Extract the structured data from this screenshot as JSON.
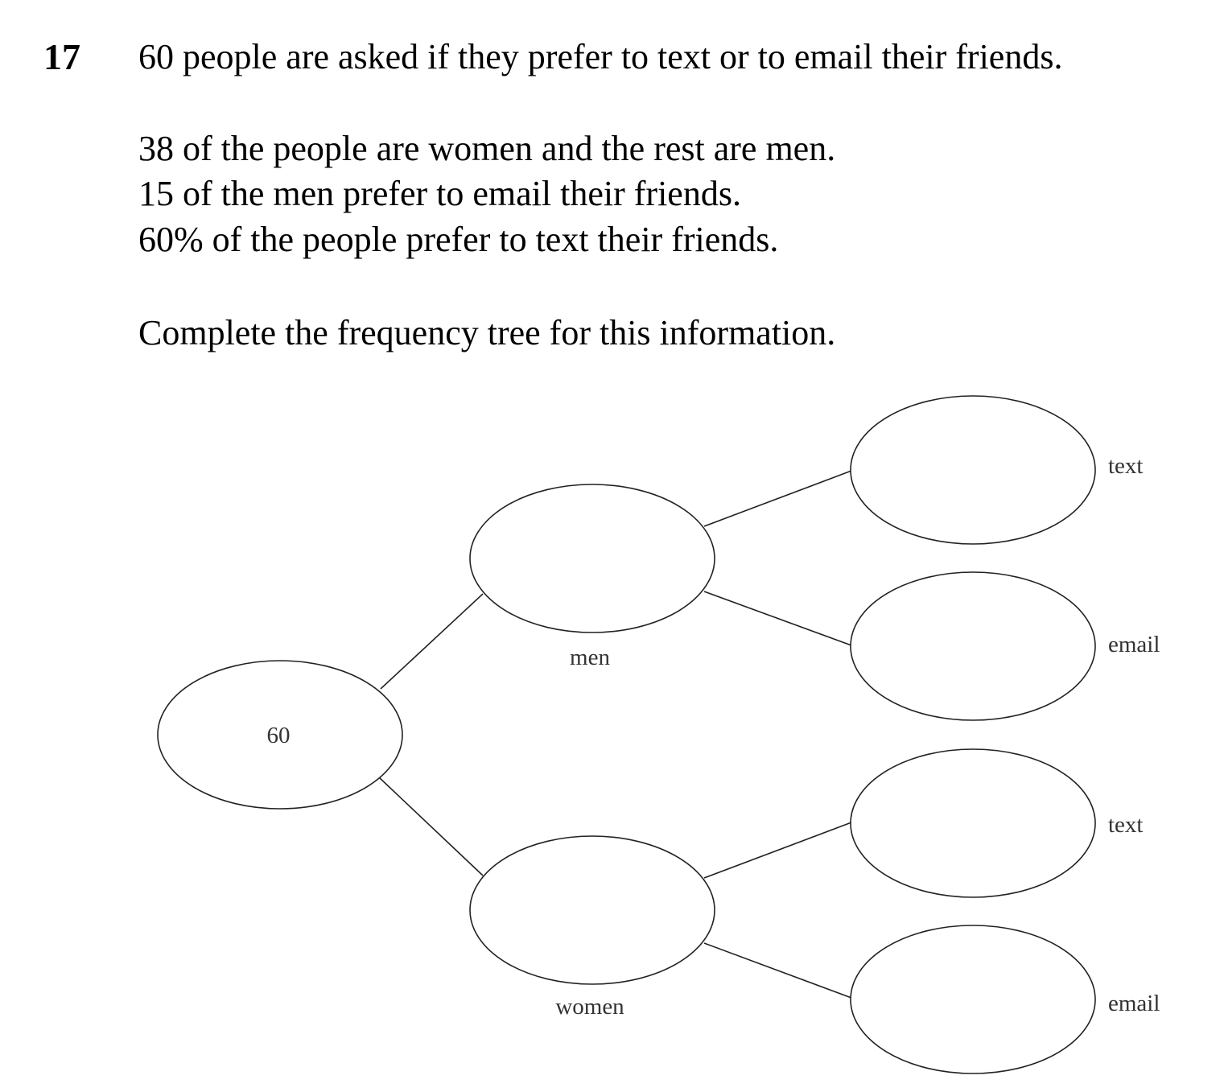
{
  "question": {
    "number": "17",
    "lines": [
      "60 people are asked if they prefer to text or to email their friends.",
      "38 of the people are women and the rest are men.",
      "15 of the men prefer to email their friends.",
      "60% of the people prefer to text their friends."
    ],
    "instruction": "Complete the frequency tree for this information."
  },
  "tree": {
    "root": {
      "value": "60"
    },
    "branches": [
      {
        "label": "men",
        "value": "",
        "children": [
          {
            "label": "text",
            "value": ""
          },
          {
            "label": "email",
            "value": ""
          }
        ]
      },
      {
        "label": "women",
        "value": "",
        "children": [
          {
            "label": "text",
            "value": ""
          },
          {
            "label": "email",
            "value": ""
          }
        ]
      }
    ]
  }
}
